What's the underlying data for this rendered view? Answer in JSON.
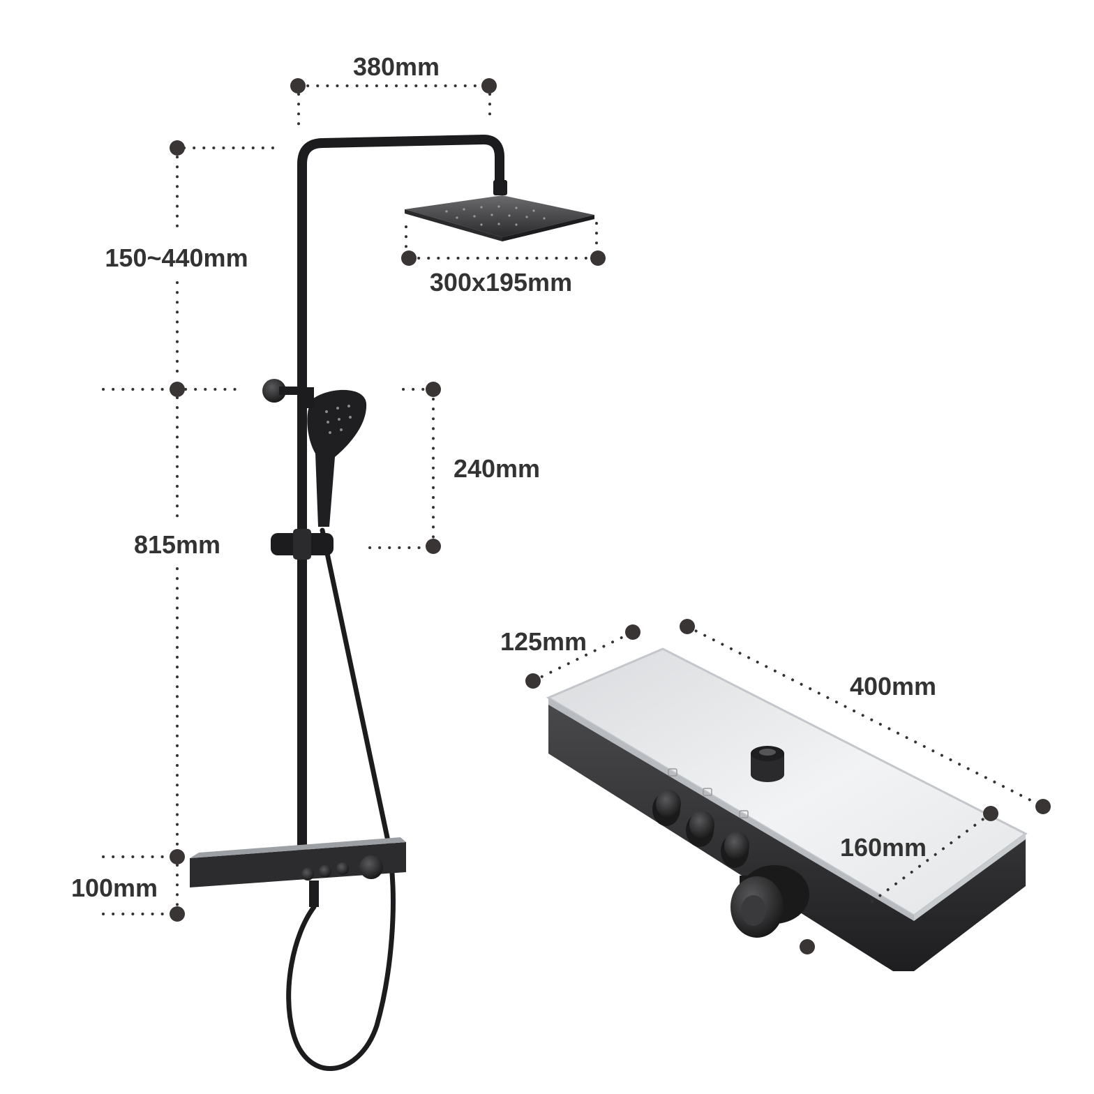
{
  "dimensions": {
    "arm_width": "380mm",
    "arm_height": "150~440mm",
    "head_size": "300x195mm",
    "handset_length": "240mm",
    "column_height": "815mm",
    "shelf_height": "100mm",
    "shelf_depth": "125mm",
    "shelf_length": "400mm",
    "shelf_top_width": "160mm"
  },
  "colors": {
    "metal": "#1c1c1e",
    "glass": "#e9eaec",
    "dimension": "#333333"
  }
}
